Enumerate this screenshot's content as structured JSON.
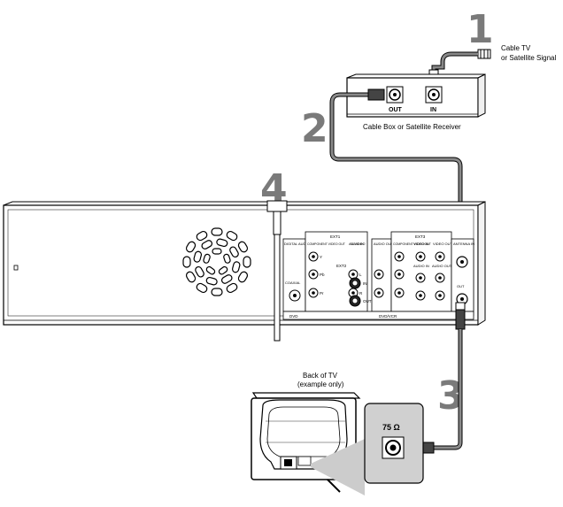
{
  "steps": {
    "one": "1",
    "two": "2",
    "three": "3",
    "four": "4"
  },
  "labels": {
    "cable_tv_line1": "Cable TV",
    "cable_tv_line2": "or Satellite Signal",
    "cable_box": "Cable Box or Satellite Receiver",
    "box_out": "OUT",
    "box_in": "IN",
    "back_of_tv_line1": "Back of TV",
    "back_of_tv_line2": "(example only)",
    "ohm": "75 Ω"
  },
  "panel": {
    "digital_audio_out": "DIGITAL AUDIO OUT",
    "coaxial": "COAXIAL",
    "ext1": "EXT1",
    "component_video_out": "COMPONENT VIDEO OUT",
    "audio_in": "AUDIO IN",
    "s_video": "S-VIDEO",
    "ext2": "EXT2",
    "in": "IN",
    "out": "OUT",
    "audio_out": "AUDIO OUT",
    "ext3": "EXT3",
    "component_video_out_2": "COMPONENT VIDEO OUT",
    "video_in": "VIDEO IN",
    "video_out": "VIDEO OUT",
    "audio_in_2": "AUDIO IN",
    "audio_out_2": "AUDIO OUT",
    "antenna_in": "ANTENNA IN",
    "antenna_out": "OUT",
    "dvd": "DVD",
    "dvd_vcr": "DVD/VCR",
    "y": "Y",
    "pb": "Pb",
    "pr": "Pr",
    "l": "L",
    "r": "R"
  }
}
